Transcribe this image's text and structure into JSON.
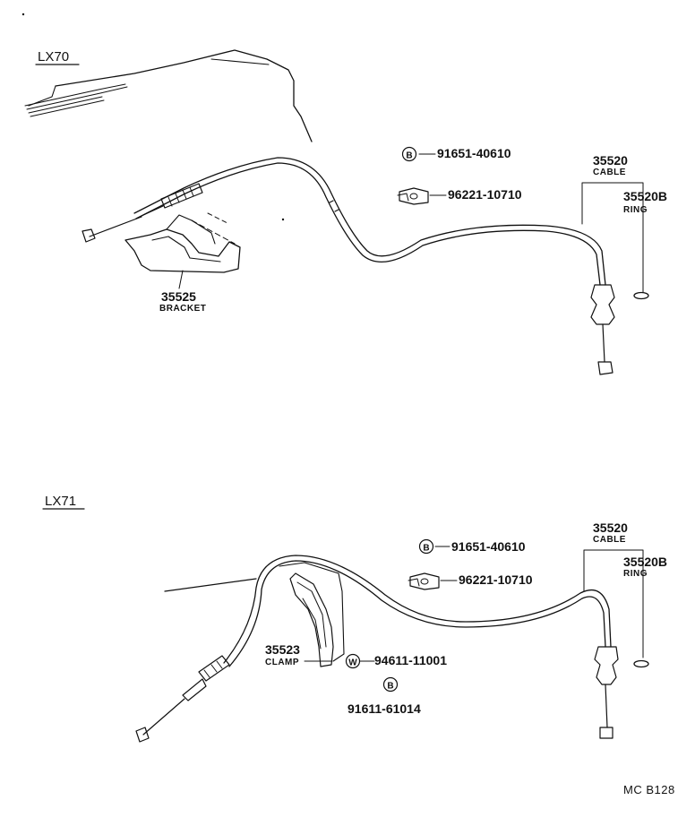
{
  "sections": [
    {
      "label": "LX70",
      "parts": [
        {
          "number": "91651-40610",
          "marker": "B"
        },
        {
          "number": "96221-10710"
        },
        {
          "number": "35520",
          "name": "CABLE"
        },
        {
          "number": "35520B",
          "name": "RING"
        },
        {
          "number": "35525",
          "name": "BRACKET"
        }
      ]
    },
    {
      "label": "LX71",
      "parts": [
        {
          "number": "91651-40610",
          "marker": "B"
        },
        {
          "number": "96221-10710"
        },
        {
          "number": "35520",
          "name": "CABLE"
        },
        {
          "number": "35520B",
          "name": "RING"
        },
        {
          "number": "35523",
          "name": "CLAMP"
        },
        {
          "number": "94611-11001",
          "marker": "W"
        },
        {
          "number": "91611-61014",
          "marker": "B"
        }
      ]
    }
  ],
  "footer": {
    "reference": "MC B128"
  }
}
